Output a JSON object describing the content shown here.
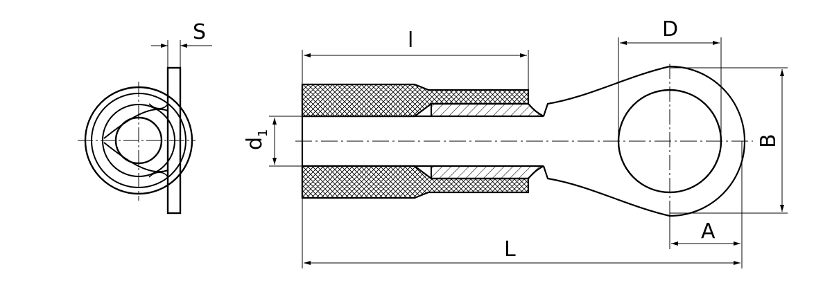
{
  "labels": {
    "s": "S",
    "l_small": "l",
    "d1": "d",
    "d1_sub": "1",
    "d": "D",
    "b": "B",
    "a": "A",
    "l_big": "L"
  },
  "colors": {
    "ink": "#000000",
    "background": "#ffffff"
  }
}
